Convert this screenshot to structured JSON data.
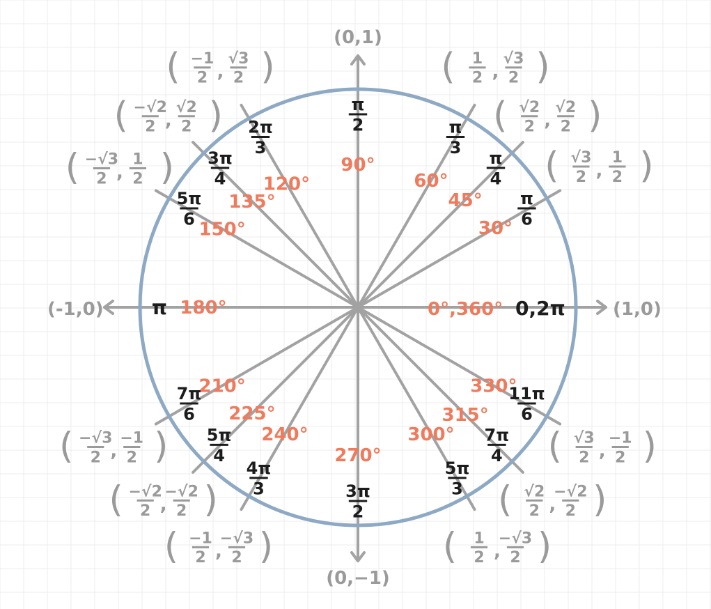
{
  "colors": {
    "circle": "#8ea9c4",
    "rays": "#a2a2a2",
    "degrees": "#f07a5c",
    "radians": "#1c1c1c",
    "coordinates": "#9a9a9a"
  },
  "axis_labels": {
    "right": "(1,0)",
    "left": "(-1,0)",
    "top": "(0,1)",
    "bottom": "(0,−1)"
  },
  "zero_label": {
    "degrees": "0°,360°",
    "radians": "0,2π"
  },
  "angles": [
    {
      "deg": 30,
      "deg_label": "30°",
      "rad_num": "π",
      "rad_den": "6",
      "x": "√3",
      "x_den": "2",
      "y": "1",
      "y_den": "2"
    },
    {
      "deg": 45,
      "deg_label": "45°",
      "rad_num": "π",
      "rad_den": "4",
      "x": "√2",
      "x_den": "2",
      "y": "√2",
      "y_den": "2"
    },
    {
      "deg": 60,
      "deg_label": "60°",
      "rad_num": "π",
      "rad_den": "3",
      "x": "1",
      "x_den": "2",
      "y": "√3",
      "y_den": "2"
    },
    {
      "deg": 90,
      "deg_label": "90°",
      "rad_num": "π",
      "rad_den": "2"
    },
    {
      "deg": 120,
      "deg_label": "120°",
      "rad_num": "2π",
      "rad_den": "3",
      "x": "−1",
      "x_den": "2",
      "y": "√3",
      "y_den": "2"
    },
    {
      "deg": 135,
      "deg_label": "135°",
      "rad_num": "3π",
      "rad_den": "4",
      "x": "−√2",
      "x_den": "2",
      "y": "√2",
      "y_den": "2"
    },
    {
      "deg": 150,
      "deg_label": "150°",
      "rad_num": "5π",
      "rad_den": "6",
      "x": "−√3",
      "x_den": "2",
      "y": "1",
      "y_den": "2"
    },
    {
      "deg": 180,
      "deg_label": "180°",
      "rad": "π"
    },
    {
      "deg": 210,
      "deg_label": "210°",
      "rad_num": "7π",
      "rad_den": "6",
      "x": "−√3",
      "x_den": "2",
      "y": "−1",
      "y_den": "2"
    },
    {
      "deg": 225,
      "deg_label": "225°",
      "rad_num": "5π",
      "rad_den": "4",
      "x": "−√2",
      "x_den": "2",
      "y": "−√2",
      "y_den": "2"
    },
    {
      "deg": 240,
      "deg_label": "240°",
      "rad_num": "4π",
      "rad_den": "3",
      "x": "−1",
      "x_den": "2",
      "y": "−√3",
      "y_den": "2"
    },
    {
      "deg": 270,
      "deg_label": "270°",
      "rad_num": "3π",
      "rad_den": "2"
    },
    {
      "deg": 300,
      "deg_label": "300°",
      "rad_num": "5π",
      "rad_den": "3",
      "x": "1",
      "x_den": "2",
      "y": "−√3",
      "y_den": "2"
    },
    {
      "deg": 315,
      "deg_label": "315°",
      "rad_num": "7π",
      "rad_den": "4",
      "x": "√2",
      "x_den": "2",
      "y": "−√2",
      "y_den": "2"
    },
    {
      "deg": 330,
      "deg_label": "330°",
      "rad_num": "11π",
      "rad_den": "6",
      "x": "√3",
      "x_den": "2",
      "y": "−1",
      "y_den": "2"
    }
  ]
}
